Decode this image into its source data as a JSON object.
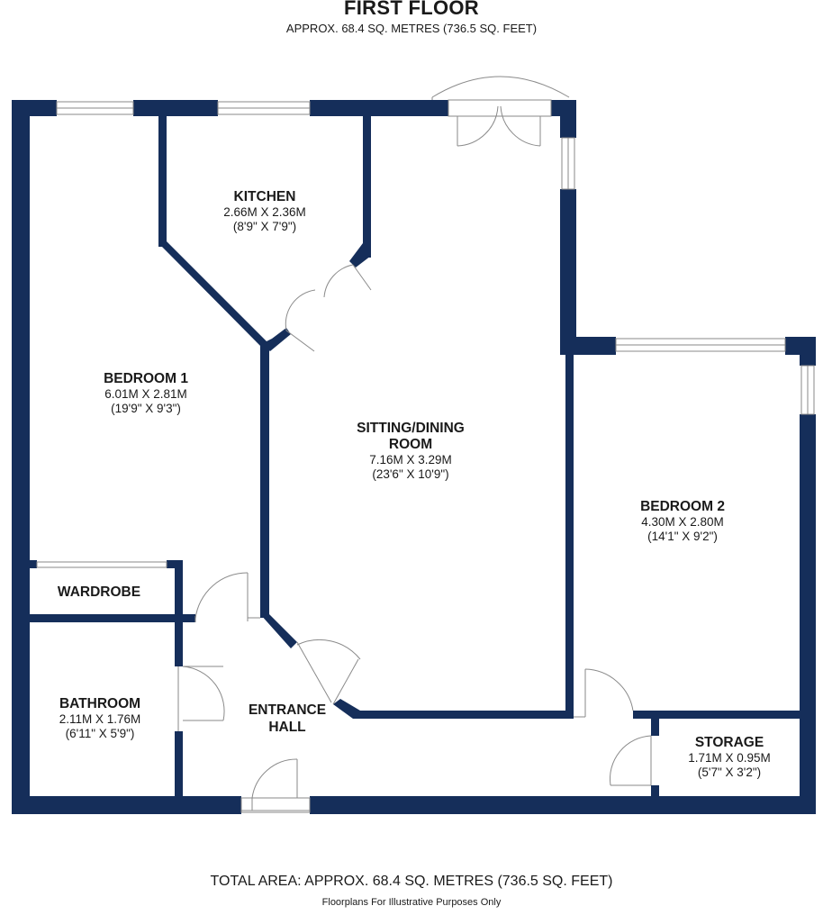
{
  "header": {
    "title": "FIRST FLOOR",
    "subtitle": "APPROX. 68.4 SQ. METRES (736.5 SQ. FEET)"
  },
  "rooms": {
    "kitchen": {
      "name": "KITCHEN",
      "metric": "2.66M X 2.36M",
      "imperial": "(8'9\" X 7'9\")"
    },
    "bedroom1": {
      "name": "BEDROOM 1",
      "metric": "6.01M X 2.81M",
      "imperial": "(19'9\" X 9'3\")"
    },
    "sitting": {
      "name_line1": "SITTING/DINING",
      "name_line2": "ROOM",
      "metric": "7.16M X 3.29M",
      "imperial": "(23'6\" X 10'9\")"
    },
    "bedroom2": {
      "name": "BEDROOM 2",
      "metric": "4.30M X 2.80M",
      "imperial": "(14'1\" X 9'2\")"
    },
    "wardrobe": {
      "name": "WARDROBE"
    },
    "bathroom": {
      "name": "BATHROOM",
      "metric": "2.11M X 1.76M",
      "imperial": "(6'11\" X 5'9\")"
    },
    "hall": {
      "name_line1": "ENTRANCE",
      "name_line2": "HALL"
    },
    "storage": {
      "name": "STORAGE",
      "metric": "1.71M X 0.95M",
      "imperial": "(5'7\" X 3'2\")"
    }
  },
  "colors": {
    "wall": "#152e5a",
    "fixture": "#9a9a9a"
  },
  "footer": {
    "total": "TOTAL AREA: APPROX. 68.4 SQ. METRES (736.5 SQ. FEET)",
    "note": "Floorplans For Illustrative Purposes Only"
  }
}
